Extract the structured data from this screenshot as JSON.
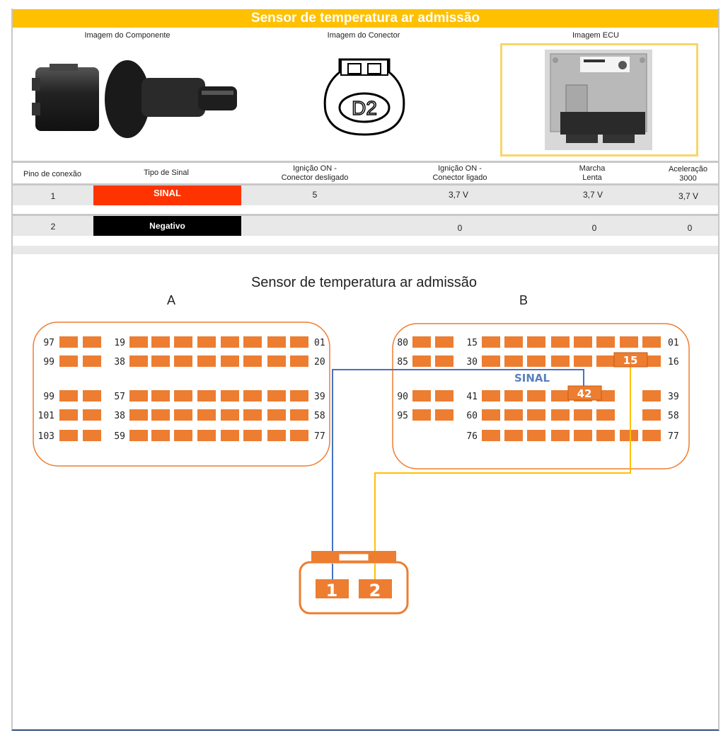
{
  "header": {
    "title": "Sensor de temperatura ar admissão"
  },
  "images": {
    "component_label": "Imagem do Componente",
    "connector_label": "Imagem do Conector",
    "ecu_label": "Imagem ECU",
    "connector_code": "D2"
  },
  "table": {
    "headers": {
      "pin": "Pino de conexão",
      "signal_type": "Tipo de Sinal",
      "ign_off_1": "Ignição ON -",
      "ign_off_2": "Conector desligado",
      "ign_on_1": "Ignição ON -",
      "ign_on_2": "Conector ligado",
      "idle_1": "Marcha",
      "idle_2": "Lenta",
      "accel_1": "Aceleração",
      "accel_2": "3000"
    },
    "rows": [
      {
        "pin": "1",
        "type": "SINAL",
        "type_color": "#ff3300",
        "ign_off": "5",
        "ign_on": "3,7 V",
        "idle": "3,7 V",
        "accel": "3,7 V"
      },
      {
        "pin": "2",
        "type": "Negativo",
        "type_color": "#000000",
        "ign_off": "",
        "ign_on": "0",
        "idle": "0",
        "accel": "0"
      }
    ]
  },
  "diagram": {
    "title": "Sensor de temperatura ar admissão",
    "connector_a": {
      "label": "A",
      "rows": [
        {
          "left": "97",
          "mid": "19",
          "right": "01"
        },
        {
          "left": "99",
          "mid": "38",
          "right": "20"
        },
        {
          "left": "99",
          "mid": "57",
          "right": "39"
        },
        {
          "left": "101",
          "mid": "38",
          "right": "58"
        },
        {
          "left": "103",
          "mid": "59",
          "right": "77"
        }
      ]
    },
    "connector_b": {
      "label": "B",
      "rows": [
        {
          "left": "80",
          "mid": "15",
          "right": "01"
        },
        {
          "left": "85",
          "mid": "30",
          "right": "16"
        },
        {
          "left": "90",
          "mid": "41",
          "right": "39"
        },
        {
          "left": "95",
          "mid": "60",
          "right": "58"
        },
        {
          "left": "",
          "mid": "76",
          "right": "77"
        }
      ]
    },
    "highlight_pin_15": "15",
    "highlight_pin_42": "42",
    "wire_label": "SINAL",
    "sensor_pin_1": "1",
    "sensor_pin_2": "2",
    "colors": {
      "pin": "#ed7d31",
      "wire_signal": "#4472c4",
      "wire_ground": "#ffc000",
      "wire_label": "#5b7fbf"
    }
  }
}
